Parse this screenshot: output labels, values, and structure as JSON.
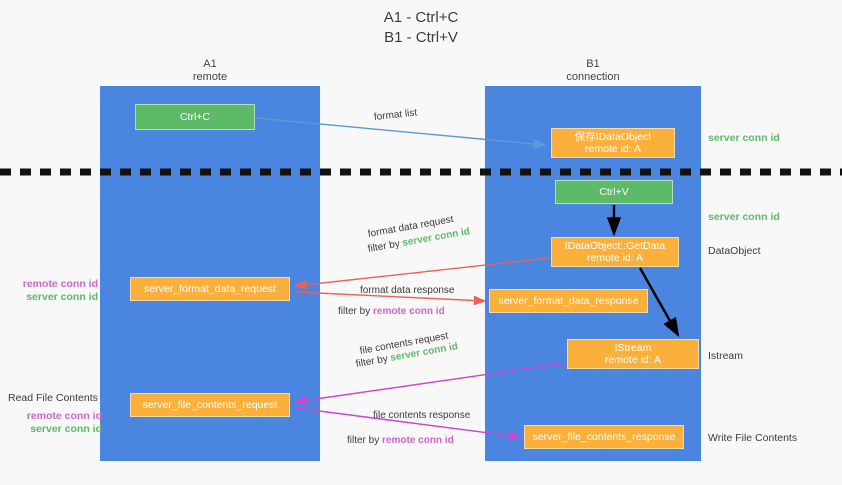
{
  "title": "A1 - Ctrl+C\nB1 - Ctrl+V",
  "title_line1": "A1 - Ctrl+C",
  "title_line2": "B1 - Ctrl+V",
  "lanes": [
    {
      "id": "a1",
      "name": "A1",
      "sub": "remote"
    },
    {
      "id": "b1",
      "name": "B1",
      "sub": "connection"
    }
  ],
  "colors": {
    "lane": "#4a86e0",
    "green_box": "#5cba68",
    "orange_box": "#fbb03b",
    "server_conn_id": "#5cba68",
    "remote_conn_id": "#cc66cc",
    "arrow_blue": "#5b9bd5",
    "arrow_red": "#e8615a",
    "arrow_magenta": "#cc44cc",
    "arrow_black": "#000000",
    "background": "#f8f8f8",
    "divider": "#111111"
  },
  "nodes": {
    "ctrl_c": "Ctrl+C",
    "ctrl_v": "Ctrl+V",
    "idataobject_line1": "保存IDataObject",
    "idataobject_line2": "remote id: A",
    "getdata_line1": "IDataObject::GetData",
    "getdata_line2": "remote id: A",
    "istream_line1": "IStream",
    "istream_line2": "remote id: A",
    "server_format_data_request": "server_format_data_request",
    "server_format_data_response": "server_format_data_response",
    "server_file_contents_request": "server_file_contents_request",
    "server_file_contents_response": "server_file_contents_response"
  },
  "edge_labels": {
    "format_list": "format list",
    "format_data_request": "format data request",
    "format_data_response": "format data response",
    "file_contents_request": "file contents request",
    "file_contents_response": "file contents response",
    "filter_by": "filter by",
    "server_conn_id": "server conn id",
    "remote_conn_id": "remote conn id"
  },
  "side_labels": {
    "server_conn_id_top": "server conn id",
    "server_conn_id_mid": "server conn id",
    "dataobject": "DataObject",
    "istream": "Istream",
    "write_file_contents": "Write File Contents",
    "read_file_contents": "Read File Contents",
    "remote_conn_id": "remote conn id",
    "server_conn_id": "server conn id"
  }
}
